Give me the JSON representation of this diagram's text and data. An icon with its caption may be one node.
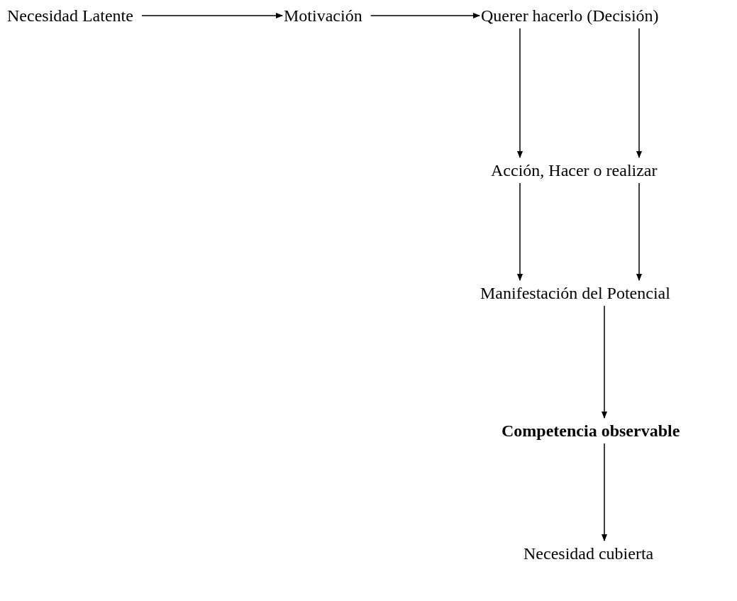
{
  "diagram": {
    "nodes": [
      {
        "text": [
          "Necesidad Latente"
        ]
      },
      {
        "text": [
          "Motivación"
        ]
      },
      {
        "text": [
          "Querer hacerlo (Decisión)"
        ]
      },
      {
        "text": [
          "Acción, Hacer o realizar"
        ]
      },
      {
        "text": [
          "Manifestación del Potencial"
        ]
      },
      {
        "text": [
          "Competencia observable"
        ]
      },
      {
        "text": [
          "Necesidad cubierta"
        ]
      }
    ],
    "edges": [
      {
        "from": 0,
        "to": 1,
        "arrow": "to"
      },
      {
        "from": 1,
        "to": 2,
        "arrow": "to"
      },
      {
        "from": 2,
        "to": 3,
        "arrow": "to"
      },
      {
        "from": 2,
        "to": 3,
        "arrow": "to"
      },
      {
        "from": 3,
        "to": 4,
        "arrow": "to"
      },
      {
        "from": 3,
        "to": 4,
        "arrow": "to"
      },
      {
        "from": 4,
        "to": 5,
        "arrow": "to"
      },
      {
        "from": 5,
        "to": 6,
        "arrow": "to"
      }
    ]
  }
}
